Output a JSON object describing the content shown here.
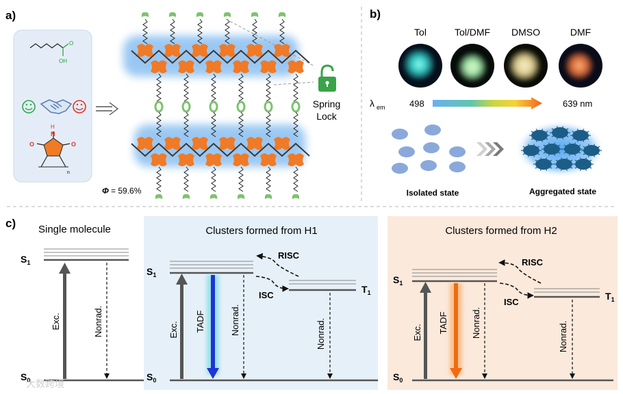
{
  "panel_a": {
    "label": "a)",
    "phi_symbol": "Φ",
    "phi_value": "= 59.6%",
    "spring_lock_line1": "Spring",
    "spring_lock_line2": "Lock",
    "oh_label": "OH",
    "o_label_1": "O",
    "o_label_2": "O",
    "o_label_3": "O",
    "h_label": "H",
    "n_label": "N",
    "n_subscript": "n"
  },
  "panel_b": {
    "label": "b)",
    "solvents": [
      "Tol",
      "Tol/DMF",
      "DMSO",
      "DMF"
    ],
    "lambda_symbol": "λ",
    "lambda_sub": "em",
    "em_start": "498",
    "em_end": "639 nm",
    "isolated_label": "Isolated state",
    "aggregated_label": "Aggregated state"
  },
  "panel_c": {
    "label": "c)",
    "single": {
      "title": "Single molecule",
      "s1": "S",
      "s1_sub": "1",
      "s0": "S",
      "s0_sub": "0",
      "exc": "Exc.",
      "nonrad": "Nonrad."
    },
    "h1": {
      "title": "Clusters formed from H1",
      "s1": "S",
      "s1_sub": "1",
      "s0": "S",
      "s0_sub": "0",
      "t1": "T",
      "t1_sub": "1",
      "risc": "RISC",
      "isc": "ISC",
      "exc": "Exc.",
      "tadf": "TADF",
      "nonrad_1": "Nonrad.",
      "nonrad_2": "Nonrad.",
      "bg_color": "#e6f0f8",
      "tadf_color": "#1f33d6"
    },
    "h2": {
      "title": "Clusters formed from H2",
      "s1": "S",
      "s1_sub": "1",
      "s0": "S",
      "s0_sub": "0",
      "t1": "T",
      "t1_sub": "1",
      "risc": "RISC",
      "isc": "ISC",
      "exc": "Exc.",
      "tadf": "TADF",
      "nonrad_1": "Nonrad.",
      "nonrad_2": "Nonrad.",
      "bg_color": "#fbe9dc",
      "tadf_color": "#f26a10"
    }
  },
  "watermark": "大数跨境",
  "colors": {
    "orange_unit": "#f07a26",
    "green_link": "#7dc36e",
    "glow_blue": "#4a9be8",
    "lock_green": "#3aa34a"
  }
}
